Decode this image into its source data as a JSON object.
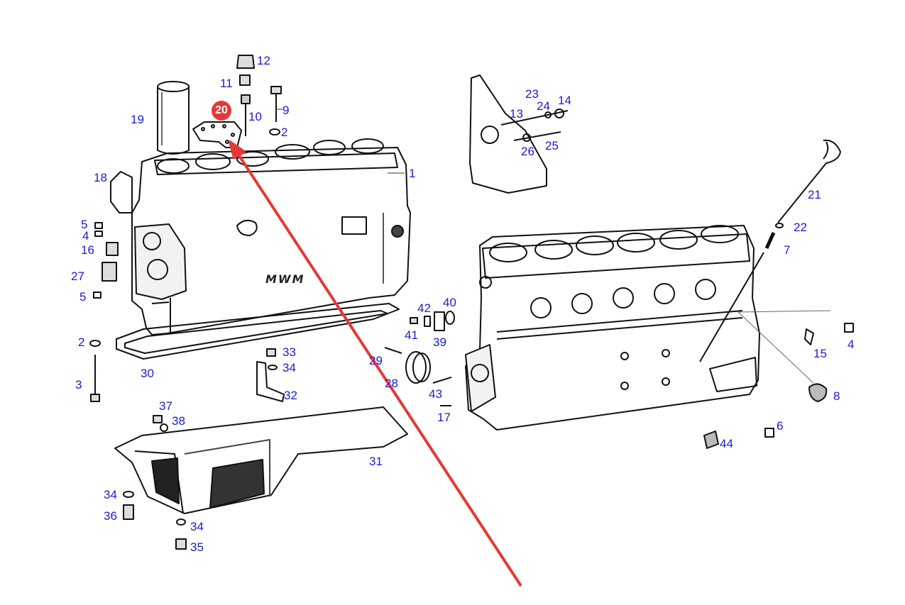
{
  "highlight": {
    "label": "20",
    "color": "#e53935"
  },
  "emblem": "MWM",
  "callout_color": "#1a1ad6",
  "callouts": {
    "c1": "1",
    "c2a": "2",
    "c2b": "2",
    "c3": "3",
    "c4a": "4",
    "c4b": "4",
    "c5a": "5",
    "c5b": "5",
    "c6": "6",
    "c7": "7",
    "c8": "8",
    "c9": "9",
    "c10": "10",
    "c11": "11",
    "c12": "12",
    "c13": "13",
    "c14": "14",
    "c15": "15",
    "c16": "16",
    "c17": "17",
    "c18": "18",
    "c19": "19",
    "c21": "21",
    "c22": "22",
    "c23": "23",
    "c24": "24",
    "c25": "25",
    "c26": "26",
    "c27": "27",
    "c28": "28",
    "c29": "29",
    "c30": "30",
    "c31": "31",
    "c32": "32",
    "c33": "33",
    "c34a": "34",
    "c34b": "34",
    "c34c": "34",
    "c35": "35",
    "c36": "36",
    "c37": "37",
    "c38": "38",
    "c39": "39",
    "c40": "40",
    "c41": "41",
    "c42": "42",
    "c43": "43",
    "c44": "44"
  }
}
